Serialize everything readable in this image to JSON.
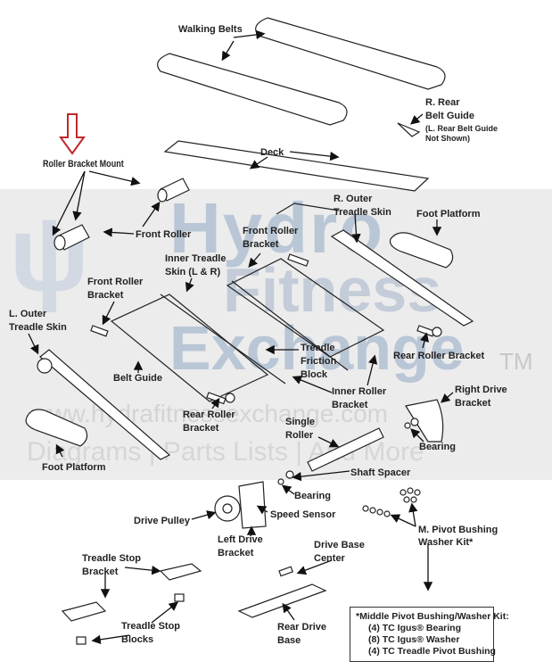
{
  "watermark": {
    "brand_line1": "Hydro",
    "brand_line2": "Fitness",
    "brand_line3": "Exchange",
    "trademark": "TM",
    "url": "www.hydrafitnessexchange.com",
    "tagline": "Diagrams | Parts Lists | And More"
  },
  "colors": {
    "pointer_arrow": "#c0282d",
    "watermark_band": "#ececec"
  },
  "labels": {
    "walking_belts": "Walking Belts",
    "r_rear_belt_guide_1": "R. Rear",
    "r_rear_belt_guide_2": "Belt Guide",
    "r_rear_note_1": "(L. Rear Belt Guide",
    "r_rear_note_2": "Not Shown)",
    "deck": "Deck",
    "roller_bracket_mount": "Roller Bracket Mount",
    "front_roller": "Front Roller",
    "r_outer_treadle_skin_1": "R. Outer",
    "r_outer_treadle_skin_2": "Treadle Skin",
    "foot_platform_top": "Foot Platform",
    "front_roller_bracket_right_1": "Front Roller",
    "front_roller_bracket_right_2": "Bracket",
    "inner_treadle_skin_1": "Inner Treadle",
    "inner_treadle_skin_2": "Skin (L & R)",
    "front_roller_bracket_left_1": "Front Roller",
    "front_roller_bracket_left_2": "Bracket",
    "l_outer_treadle_skin_1": "L. Outer",
    "l_outer_treadle_skin_2": "Treadle Skin",
    "treadle_friction_block_1": "Treadle",
    "treadle_friction_block_2": "Friction",
    "treadle_friction_block_3": "Block",
    "rear_roller_bracket_right": "Rear Roller Bracket",
    "belt_guide": "Belt Guide",
    "inner_roller_bracket_1": "Inner Roller",
    "inner_roller_bracket_2": "Bracket",
    "right_drive_bracket_1": "Right Drive",
    "right_drive_bracket_2": "Bracket",
    "rear_roller_bracket_left_1": "Rear Roller",
    "rear_roller_bracket_left_2": "Bracket",
    "single_roller_1": "Single",
    "single_roller_2": "Roller",
    "bearing_right": "Bearing",
    "foot_platform_bottom": "Foot Platform",
    "shaft_spacer": "Shaft Spacer",
    "bearing_left": "Bearing",
    "speed_sensor": "Speed Sensor",
    "drive_pulley": "Drive Pulley",
    "left_drive_bracket_1": "Left Drive",
    "left_drive_bracket_2": "Bracket",
    "m_pivot_kit_1": "M. Pivot Bushing",
    "m_pivot_kit_2": "Washer Kit*",
    "treadle_stop_bracket_1": "Treadle Stop",
    "treadle_stop_bracket_2": "Bracket",
    "drive_base_center_1": "Drive Base",
    "drive_base_center_2": "Center",
    "treadle_stop_blocks_1": "Treadle Stop",
    "treadle_stop_blocks_2": "Blocks",
    "rear_drive_base_1": "Rear Drive",
    "rear_drive_base_2": "Base"
  },
  "kit_box": {
    "title": "*Middle Pivot Bushing/Washer Kit:",
    "items": [
      "(4) TC Igus® Bearing",
      "(8) TC Igus® Washer",
      "(4) TC Treadle Pivot Bushing"
    ]
  }
}
